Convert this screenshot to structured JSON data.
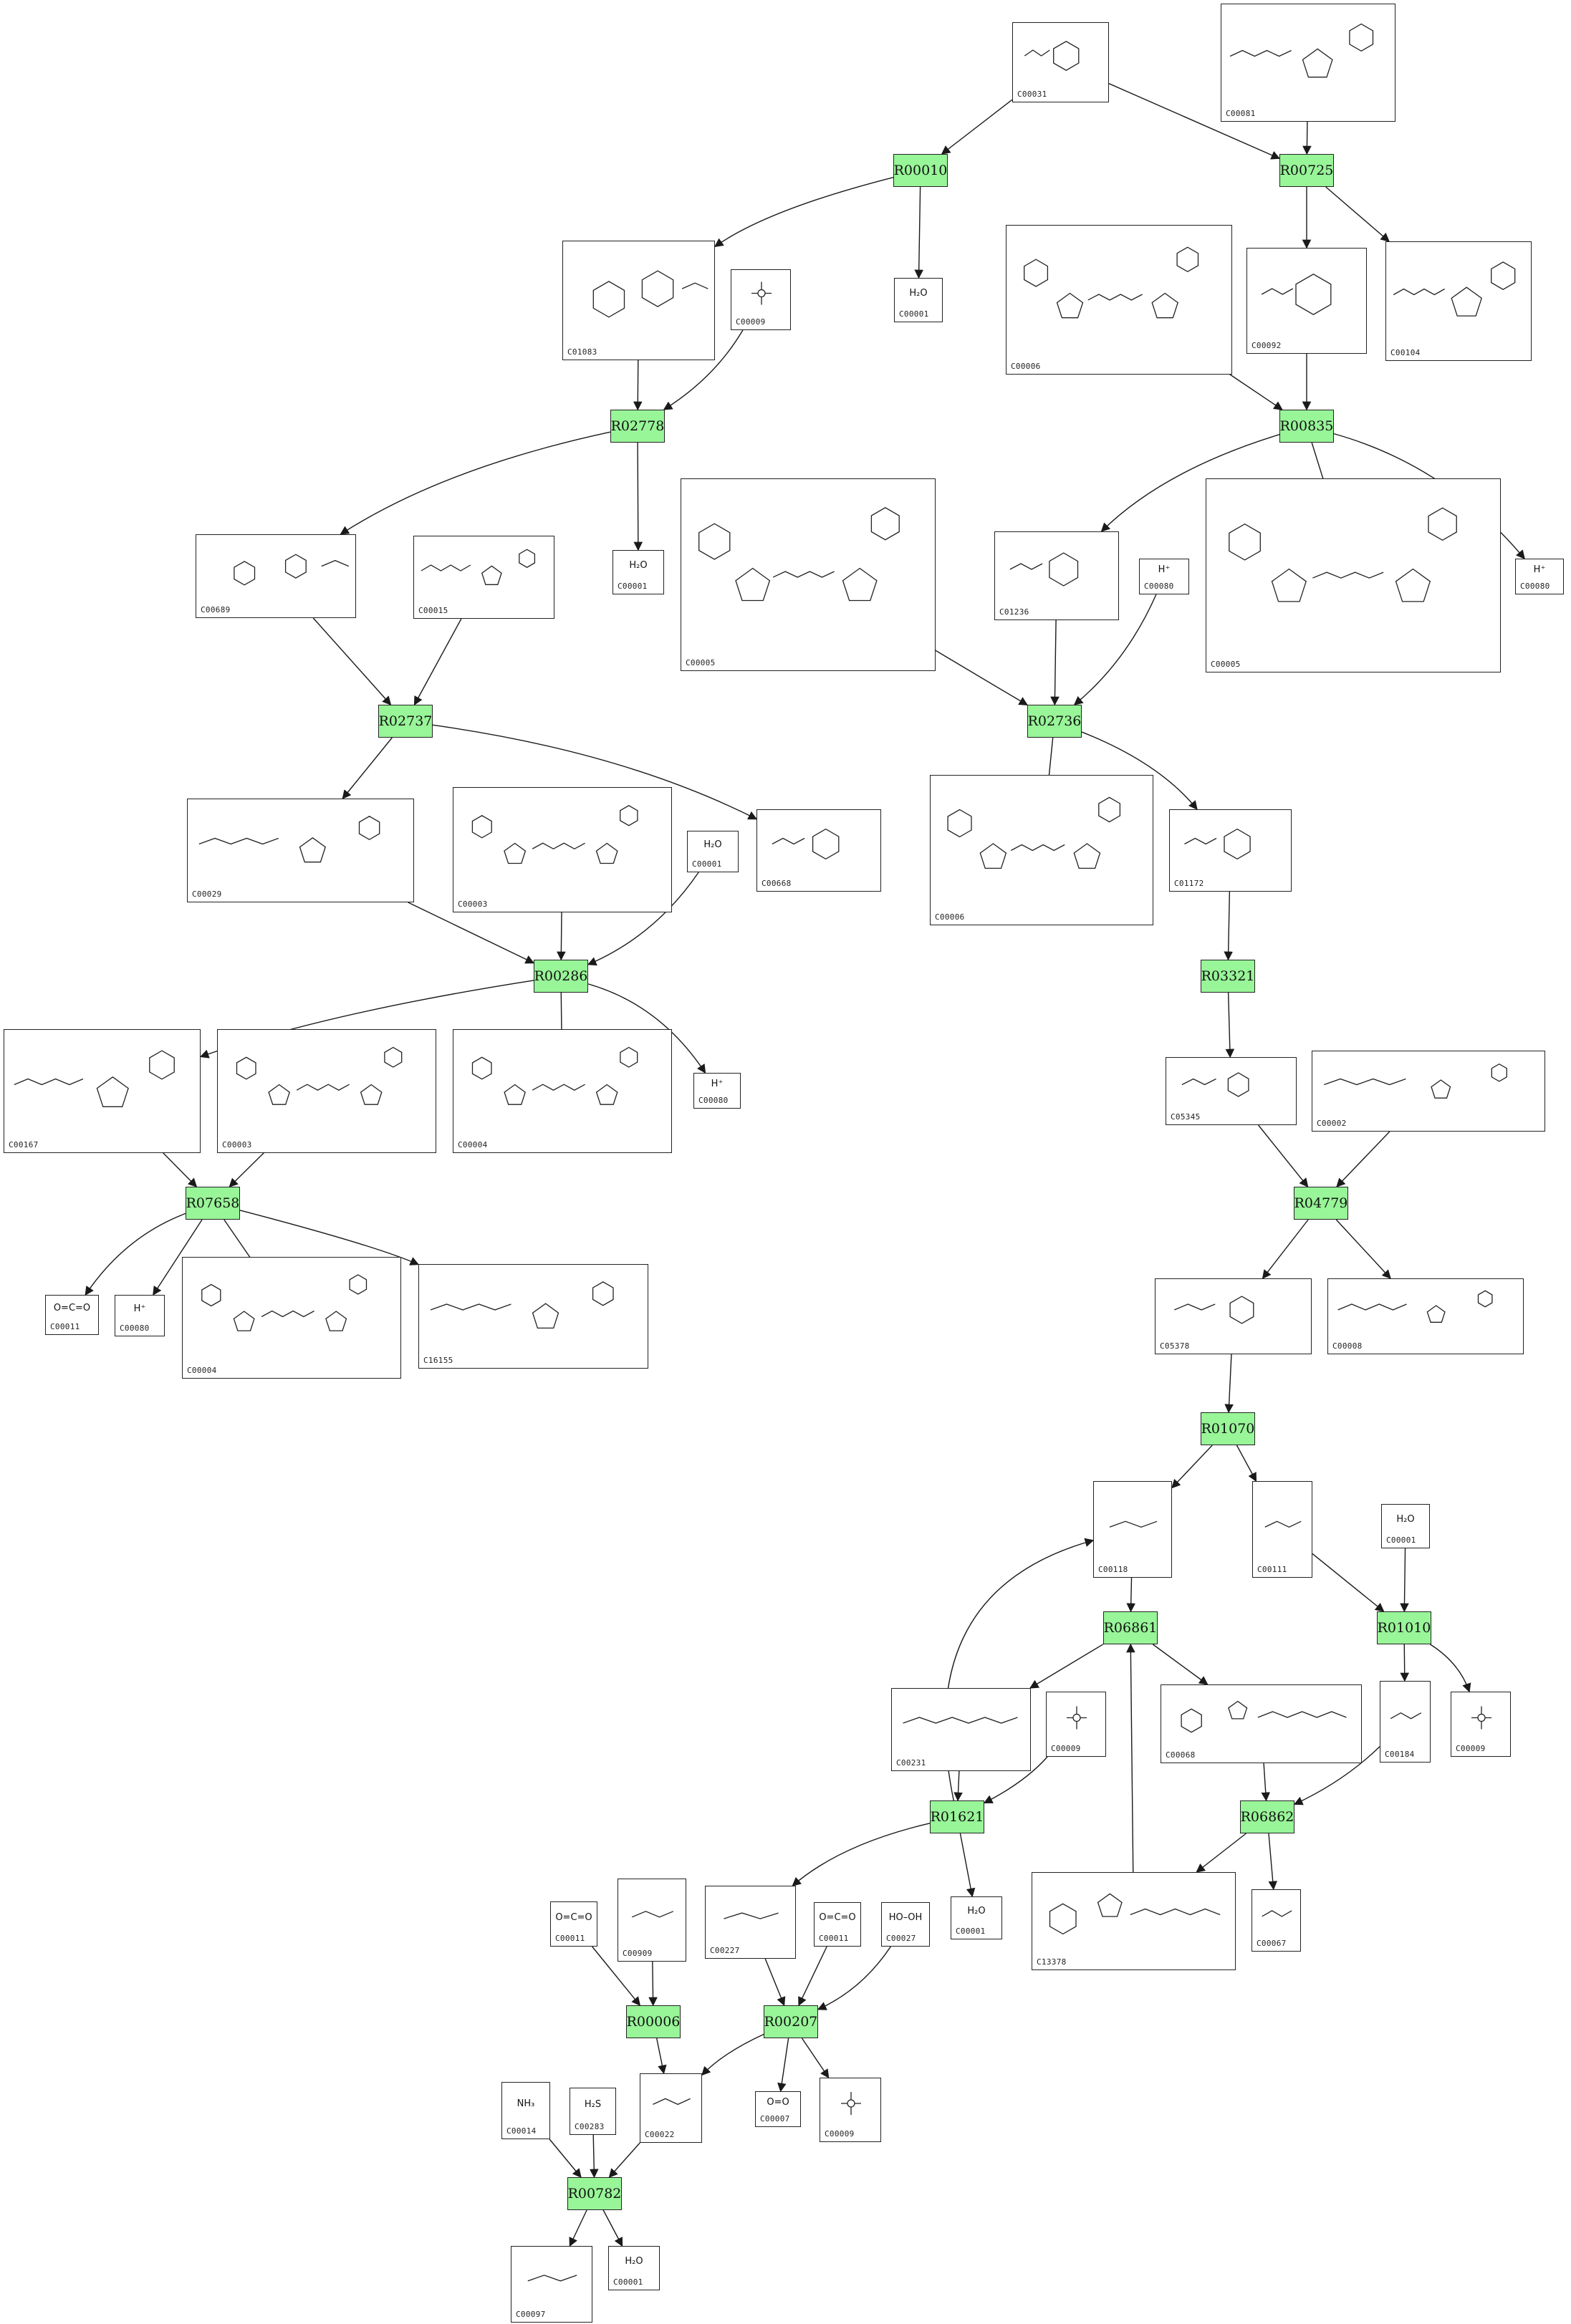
{
  "reactions": [
    {
      "id": "R00010",
      "label": "R00010"
    },
    {
      "id": "R00725",
      "label": "R00725"
    },
    {
      "id": "R02778",
      "label": "R02778"
    },
    {
      "id": "R00835",
      "label": "R00835"
    },
    {
      "id": "R02737",
      "label": "R02737"
    },
    {
      "id": "R02736",
      "label": "R02736"
    },
    {
      "id": "R00286",
      "label": "R00286"
    },
    {
      "id": "R03321",
      "label": "R03321"
    },
    {
      "id": "R07658",
      "label": "R07658"
    },
    {
      "id": "R04779",
      "label": "R04779"
    },
    {
      "id": "R01070",
      "label": "R01070"
    },
    {
      "id": "R06861",
      "label": "R06861"
    },
    {
      "id": "R01010",
      "label": "R01010"
    },
    {
      "id": "R01621",
      "label": "R01621"
    },
    {
      "id": "R06862",
      "label": "R06862"
    },
    {
      "id": "R00006",
      "label": "R00006"
    },
    {
      "id": "R00207",
      "label": "R00207"
    },
    {
      "id": "R00782",
      "label": "R00782"
    }
  ],
  "compounds": [
    {
      "key": "c00031",
      "id": "C00031",
      "kind": "sugar"
    },
    {
      "key": "c00081",
      "id": "C00081",
      "kind": "nucleotide"
    },
    {
      "key": "c01083",
      "id": "C01083",
      "kind": "disaccharide"
    },
    {
      "key": "c00009a",
      "id": "C00009",
      "kind": "phosphate"
    },
    {
      "key": "c00001a",
      "id": "C00001",
      "kind": "water",
      "formula": "H₂O"
    },
    {
      "key": "c00006a",
      "id": "C00006",
      "kind": "cofactor"
    },
    {
      "key": "c00092",
      "id": "C00092",
      "kind": "sugar"
    },
    {
      "key": "c00104",
      "id": "C00104",
      "kind": "nucleotide"
    },
    {
      "key": "c00689",
      "id": "C00689",
      "kind": "disaccharide"
    },
    {
      "key": "c00015",
      "id": "C00015",
      "kind": "nucleotide"
    },
    {
      "key": "c00001b",
      "id": "C00001",
      "kind": "water",
      "formula": "H₂O"
    },
    {
      "key": "c00005a",
      "id": "C00005",
      "kind": "cofactor"
    },
    {
      "key": "c01236",
      "id": "C01236",
      "kind": "sugar"
    },
    {
      "key": "c00080a",
      "id": "C00080",
      "kind": "proton",
      "formula": "H⁺"
    },
    {
      "key": "c00005b",
      "id": "C00005",
      "kind": "cofactor"
    },
    {
      "key": "c00080b",
      "id": "C00080",
      "kind": "proton",
      "formula": "H⁺"
    },
    {
      "key": "c00029",
      "id": "C00029",
      "kind": "nucleotide"
    },
    {
      "key": "c00003a",
      "id": "C00003",
      "kind": "cofactor"
    },
    {
      "key": "c00001c",
      "id": "C00001",
      "kind": "water",
      "formula": "H₂O"
    },
    {
      "key": "c00668",
      "id": "C00668",
      "kind": "sugar"
    },
    {
      "key": "c00006b",
      "id": "C00006",
      "kind": "cofactor"
    },
    {
      "key": "c01172",
      "id": "C01172",
      "kind": "sugar"
    },
    {
      "key": "c00167",
      "id": "C00167",
      "kind": "nucleotide"
    },
    {
      "key": "c00003b",
      "id": "C00003",
      "kind": "cofactor"
    },
    {
      "key": "c00004a",
      "id": "C00004",
      "kind": "cofactor"
    },
    {
      "key": "c00080c",
      "id": "C00080",
      "kind": "proton",
      "formula": "H⁺"
    },
    {
      "key": "c05345",
      "id": "C05345",
      "kind": "sugar"
    },
    {
      "key": "c00002",
      "id": "C00002",
      "kind": "nucleotide"
    },
    {
      "key": "c00011a",
      "id": "C00011",
      "kind": "small",
      "formula": "O=C=O"
    },
    {
      "key": "c00080d",
      "id": "C00080",
      "kind": "proton",
      "formula": "H⁺"
    },
    {
      "key": "c00004b",
      "id": "C00004",
      "kind": "cofactor"
    },
    {
      "key": "c16155",
      "id": "C16155",
      "kind": "nucleotide"
    },
    {
      "key": "c05378",
      "id": "C05378",
      "kind": "sugar"
    },
    {
      "key": "c00008",
      "id": "C00008",
      "kind": "nucleotide"
    },
    {
      "key": "c00118",
      "id": "C00118",
      "kind": "small"
    },
    {
      "key": "c00111",
      "id": "C00111",
      "kind": "small"
    },
    {
      "key": "c00001d",
      "id": "C00001",
      "kind": "water",
      "formula": "H₂O"
    },
    {
      "key": "c00231",
      "id": "C00231",
      "kind": "chain"
    },
    {
      "key": "c00009b",
      "id": "C00009",
      "kind": "phosphate"
    },
    {
      "key": "c00068",
      "id": "C00068",
      "kind": "thiamine"
    },
    {
      "key": "c00184",
      "id": "C00184",
      "kind": "small"
    },
    {
      "key": "c00009c",
      "id": "C00009",
      "kind": "phosphate"
    },
    {
      "key": "c13378",
      "id": "C13378",
      "kind": "thiamine"
    },
    {
      "key": "c00067",
      "id": "C00067",
      "kind": "small"
    },
    {
      "key": "c00001e",
      "id": "C00001",
      "kind": "water",
      "formula": "H₂O"
    },
    {
      "key": "c00011b",
      "id": "C00011",
      "kind": "small",
      "formula": "O=C=O"
    },
    {
      "key": "c00909",
      "id": "C00909",
      "kind": "small"
    },
    {
      "key": "c00227",
      "id": "C00227",
      "kind": "small"
    },
    {
      "key": "c00011c",
      "id": "C00011",
      "kind": "small",
      "formula": "O=C=O"
    },
    {
      "key": "c00027",
      "id": "C00027",
      "kind": "small",
      "formula": "HO–OH"
    },
    {
      "key": "c00014",
      "id": "C00014",
      "kind": "small",
      "formula": "NH₃"
    },
    {
      "key": "c00283",
      "id": "C00283",
      "kind": "small",
      "formula": "H₂S"
    },
    {
      "key": "c00022",
      "id": "C00022",
      "kind": "small"
    },
    {
      "key": "c00007",
      "id": "C00007",
      "kind": "small",
      "formula": "O=O"
    },
    {
      "key": "c00009d",
      "id": "C00009",
      "kind": "phosphate"
    },
    {
      "key": "c00097",
      "id": "C00097",
      "kind": "small"
    },
    {
      "key": "c00001f",
      "id": "C00001",
      "kind": "water",
      "formula": "H₂O"
    }
  ],
  "colors": {
    "reaction_fill": "#98f598",
    "border": "#222222",
    "edge": "#1a1a1a"
  }
}
